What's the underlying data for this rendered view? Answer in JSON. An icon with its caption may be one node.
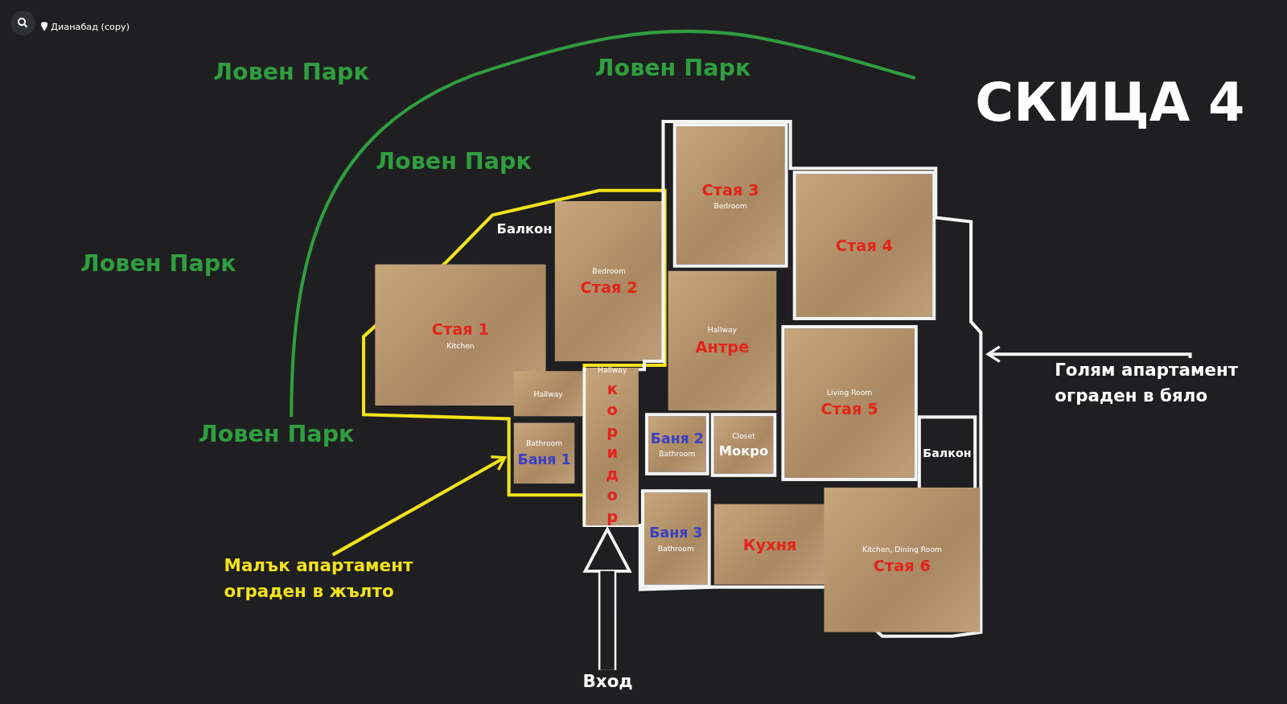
{
  "diagram": {
    "title": "СКИЦА 4",
    "nodes": [
      {
        "text": [],
        "shape": "box"
      },
      {
        "text": [
          "Балкон"
        ],
        "in": 0
      },
      {
        "text": [
          "Стая 1",
          "Kitchen"
        ],
        "in": 0
      },
      {
        "text": [
          "Bedroom",
          "Стая 2"
        ],
        "in": 0
      },
      {
        "text": [
          "Hallway"
        ],
        "in": 0
      },
      {
        "text": [
          "Bathroom",
          "Баня 1"
        ],
        "in": 0
      },
      {
        "text": [],
        "shape": "box"
      },
      {
        "text": [
          "Стая 3",
          "Bedroom"
        ],
        "in": 6
      },
      {
        "text": [
          "Стая 4"
        ],
        "in": 6
      },
      {
        "text": [
          "Hallway",
          "Антре"
        ],
        "in": 6
      },
      {
        "text": [
          "Living Room",
          "Стая 5"
        ],
        "in": 6
      },
      {
        "text": [
          "Балкон"
        ],
        "in": 6
      },
      {
        "text": [
          "Hallway",
          "коридор"
        ],
        "in": 6
      },
      {
        "text": [
          "Баня 2",
          "Bathroom"
        ],
        "in": 6
      },
      {
        "text": [
          "Closet",
          "Мокро"
        ],
        "in": 6
      },
      {
        "text": [
          "Баня 3",
          "Bathroom"
        ],
        "in": 6
      },
      {
        "text": [
          "Кухня"
        ],
        "in": 6
      },
      {
        "text": [
          "Kitchen, Dining Room",
          "Стая 6"
        ],
        "in": 6
      },
      {
        "text": [
          "Малък апартамент ограден в жълто"
        ]
      },
      {
        "text": [
          "Голям апартамент ограден в бяло"
        ]
      },
      {
        "text": [
          "Вход"
        ]
      }
    ],
    "edges": [
      {
        "from": 18,
        "to": 0,
        "arrow": "to",
        "color": "#f2e31b"
      },
      {
        "from": 19,
        "to": 6,
        "arrow": "to"
      },
      {
        "from": 20,
        "to": 12,
        "arrow": "to",
        "style": "thick"
      }
    ],
    "labels": [
      "Дианабад (copy)",
      "Ловен Парк",
      "Ловен Парк",
      "Ловен Парк",
      "Ловен Парк",
      "Ловен Парк"
    ]
  }
}
